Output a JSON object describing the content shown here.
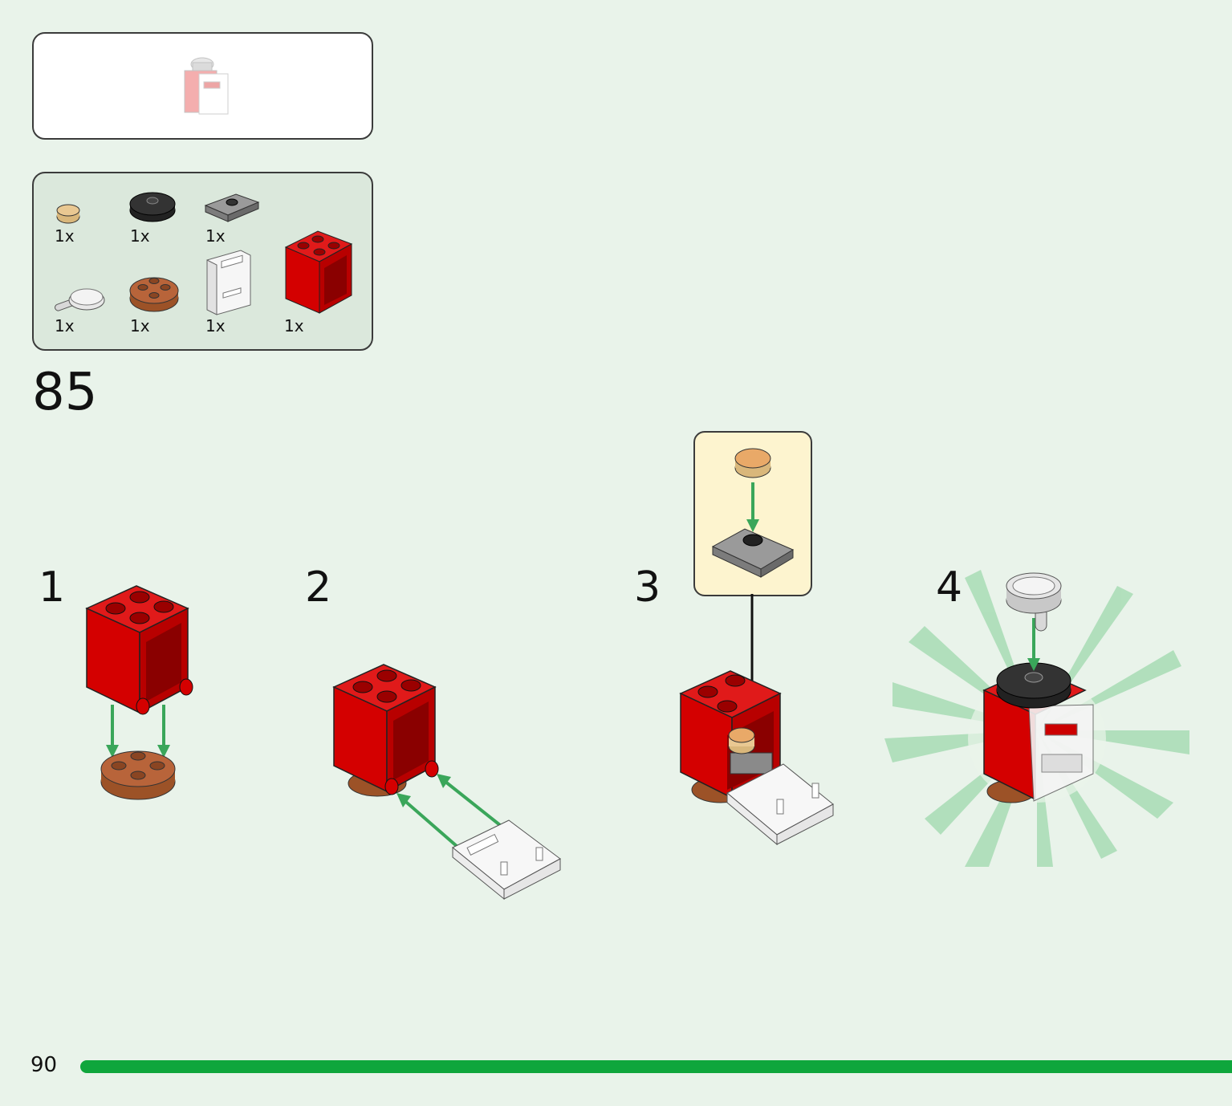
{
  "parts_list": [
    {
      "qty": "1x",
      "part": "tan-round-tile-icon"
    },
    {
      "qty": "1x",
      "part": "black-round-plate-icon"
    },
    {
      "qty": "1x",
      "part": "gray-jumper-plate-icon"
    },
    {
      "qty": "1x",
      "part": "clear-dish-icon"
    },
    {
      "qty": "1x",
      "part": "brown-round-plate-icon"
    },
    {
      "qty": "1x",
      "part": "clear-door-icon"
    },
    {
      "qty": "1x",
      "part": "red-cupboard-icon"
    }
  ],
  "step_number": "85",
  "substeps": [
    "1",
    "2",
    "3",
    "4"
  ],
  "page": {
    "number": "90",
    "progress": 1.0
  },
  "colors": {
    "background": "#e9f3ea",
    "progress": "#0fa63c",
    "brick_red": "#d40000",
    "arrow_green": "#3aa65a",
    "callout": "#fdf4cf"
  }
}
